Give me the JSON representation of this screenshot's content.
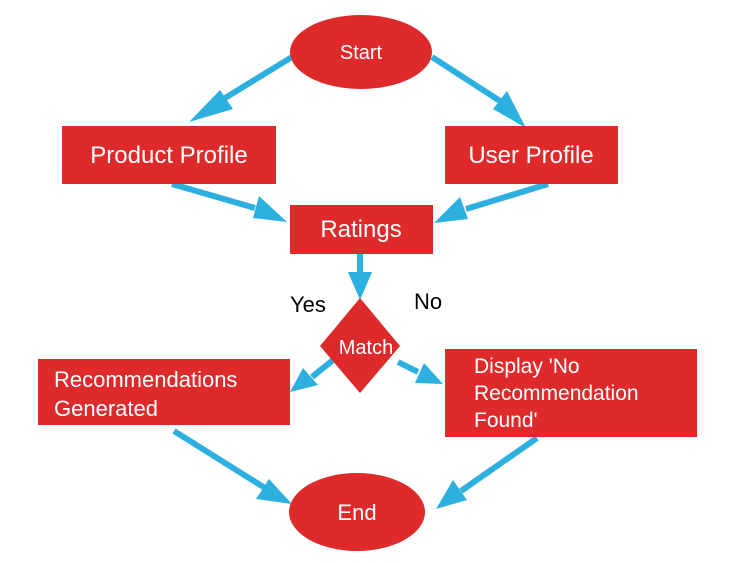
{
  "colors": {
    "shape_fill": "#de2a2a",
    "arrow": "#2db0e0",
    "node_text": "#ffffff",
    "label_text": "#000000"
  },
  "nodes": {
    "start": "Start",
    "product_profile": "Product Profile",
    "user_profile": "User Profile",
    "ratings": "Ratings",
    "match": "Match",
    "recommendations": [
      "Recommendations",
      "Generated"
    ],
    "no_recommendation": [
      "Display 'No",
      "Recommendation",
      "Found'"
    ],
    "end": "End"
  },
  "edge_labels": {
    "yes": "Yes",
    "no": "No"
  }
}
